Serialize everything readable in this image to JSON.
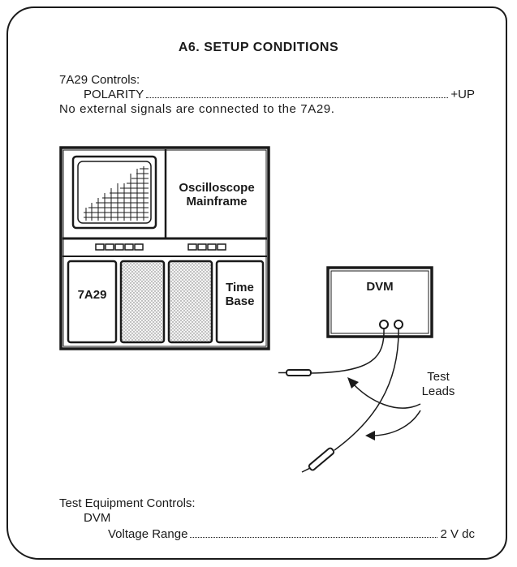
{
  "title": "A6. SETUP CONDITIONS",
  "controls": {
    "heading": "7A29 Controls:",
    "polarity_label": "POLARITY",
    "polarity_value": "+UP",
    "note": "No external signals are connected to the 7A29."
  },
  "diagram": {
    "mainframe_label_line1": "Oscilloscope",
    "mainframe_label_line2": "Mainframe",
    "plugin_left": "7A29",
    "plugin_right_line1": "Time",
    "plugin_right_line2": "Base",
    "dvm_label": "DVM",
    "test_leads_line1": "Test",
    "test_leads_line2": "Leads"
  },
  "test_equipment": {
    "heading": "Test Equipment Controls:",
    "device": "DVM",
    "range_label": "Voltage Range",
    "range_value": "2 V dc"
  }
}
